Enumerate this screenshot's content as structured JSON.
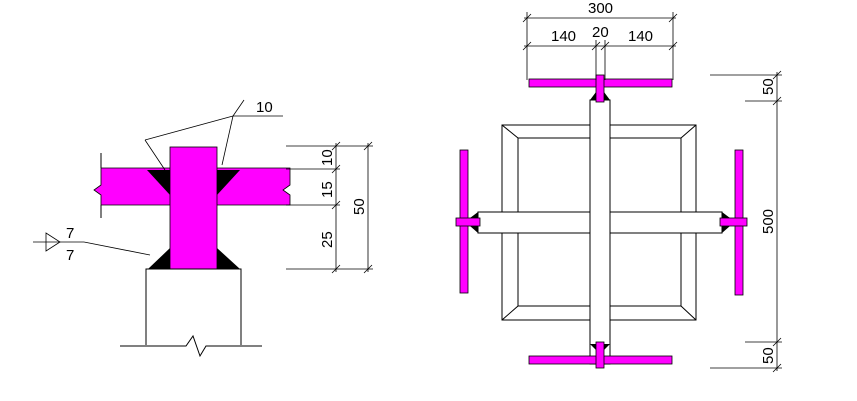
{
  "colors": {
    "steel": "#ff00ff",
    "weld": "#000000",
    "line": "#000000",
    "background": "#ffffff"
  },
  "section": {
    "weld_leader_label": "10",
    "weld_symbol_top": "7",
    "weld_symbol_bottom": "7",
    "dims": {
      "d10": "10",
      "d15": "15",
      "d25": "25",
      "d50": "50"
    }
  },
  "plan": {
    "dims": {
      "total_width": "300",
      "left_140": "140",
      "mid_20": "20",
      "right_140": "140",
      "total_height": "500",
      "top_50": "50",
      "bottom_50": "50"
    }
  }
}
